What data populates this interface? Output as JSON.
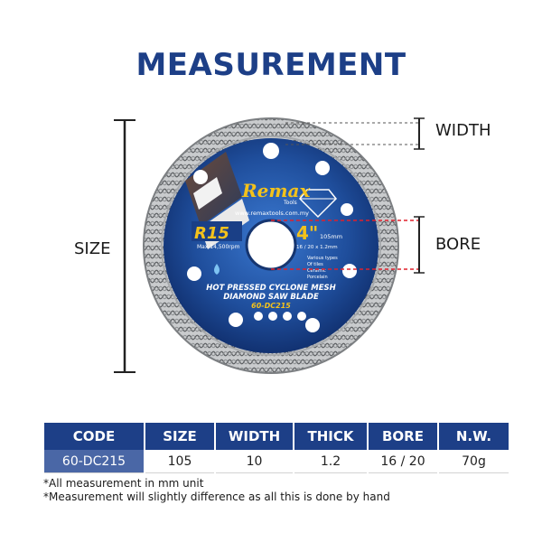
{
  "title": "MEASUREMENT",
  "dimensions": {
    "width_label": "WIDTH",
    "bore_label": "BORE",
    "size_label": "SIZE"
  },
  "blade": {
    "brand": "Remax",
    "brand_sub": "Tools",
    "website": "www.remaxtools.com.my",
    "model": "R15",
    "size_text": "4\"",
    "size_mm": "105mm",
    "max_rpm": "Max.14,500rpm",
    "bore_text": "16 / 20 x 1.2mm",
    "use_1": "Various types",
    "use_2": "Of tiles",
    "use_3": "Ceramic",
    "use_4": "Porcelain",
    "line1": "HOT PRESSED CYCLONE MESH",
    "line2": "DIAMOND SAW BLADE",
    "code": "60-DC215"
  },
  "table": {
    "headers": [
      "CODE",
      "SIZE",
      "WIDTH",
      "THICK",
      "BORE",
      "N.W."
    ],
    "row": [
      "60-DC215",
      "105",
      "10",
      "1.2",
      "16 / 20",
      "70g"
    ]
  },
  "notes": [
    "*All measurement in mm unit",
    "*Measurement will slightly difference as all this is done by hand"
  ],
  "colors": {
    "title": "#1d3f87",
    "header": "#1d3f87",
    "code_cell": "#4a67a6",
    "guide_red": "#e0202c",
    "blade_blue": "#1f4e9c"
  }
}
